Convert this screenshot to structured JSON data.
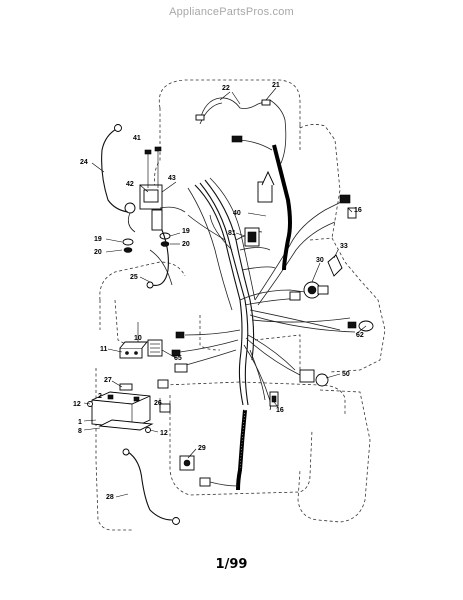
{
  "watermark": "AppliancePartsPros.com",
  "footer": "1/99",
  "callouts": [
    {
      "id": "c22",
      "text": "22"
    },
    {
      "id": "c21",
      "text": "21"
    },
    {
      "id": "c41",
      "text": "41"
    },
    {
      "id": "c24",
      "text": "24"
    },
    {
      "id": "c42",
      "text": "42"
    },
    {
      "id": "c43",
      "text": "43"
    },
    {
      "id": "c40",
      "text": "40"
    },
    {
      "id": "c16a",
      "text": "16"
    },
    {
      "id": "c81",
      "text": "81"
    },
    {
      "id": "c19a",
      "text": "19"
    },
    {
      "id": "c20a",
      "text": "20"
    },
    {
      "id": "c19b",
      "text": "19"
    },
    {
      "id": "c20b",
      "text": "20"
    },
    {
      "id": "c33",
      "text": "33"
    },
    {
      "id": "c30",
      "text": "30"
    },
    {
      "id": "c25",
      "text": "25"
    },
    {
      "id": "c10",
      "text": "10"
    },
    {
      "id": "c11",
      "text": "11"
    },
    {
      "id": "c65",
      "text": "65"
    },
    {
      "id": "c62",
      "text": "62"
    },
    {
      "id": "c50",
      "text": "50"
    },
    {
      "id": "c27",
      "text": "27"
    },
    {
      "id": "c2",
      "text": "2"
    },
    {
      "id": "c12a",
      "text": "12"
    },
    {
      "id": "c1",
      "text": "1"
    },
    {
      "id": "c8",
      "text": "8"
    },
    {
      "id": "c26",
      "text": "26"
    },
    {
      "id": "c12b",
      "text": "12"
    },
    {
      "id": "c16b",
      "text": "16"
    },
    {
      "id": "c29",
      "text": "29"
    },
    {
      "id": "c28",
      "text": "28"
    }
  ]
}
